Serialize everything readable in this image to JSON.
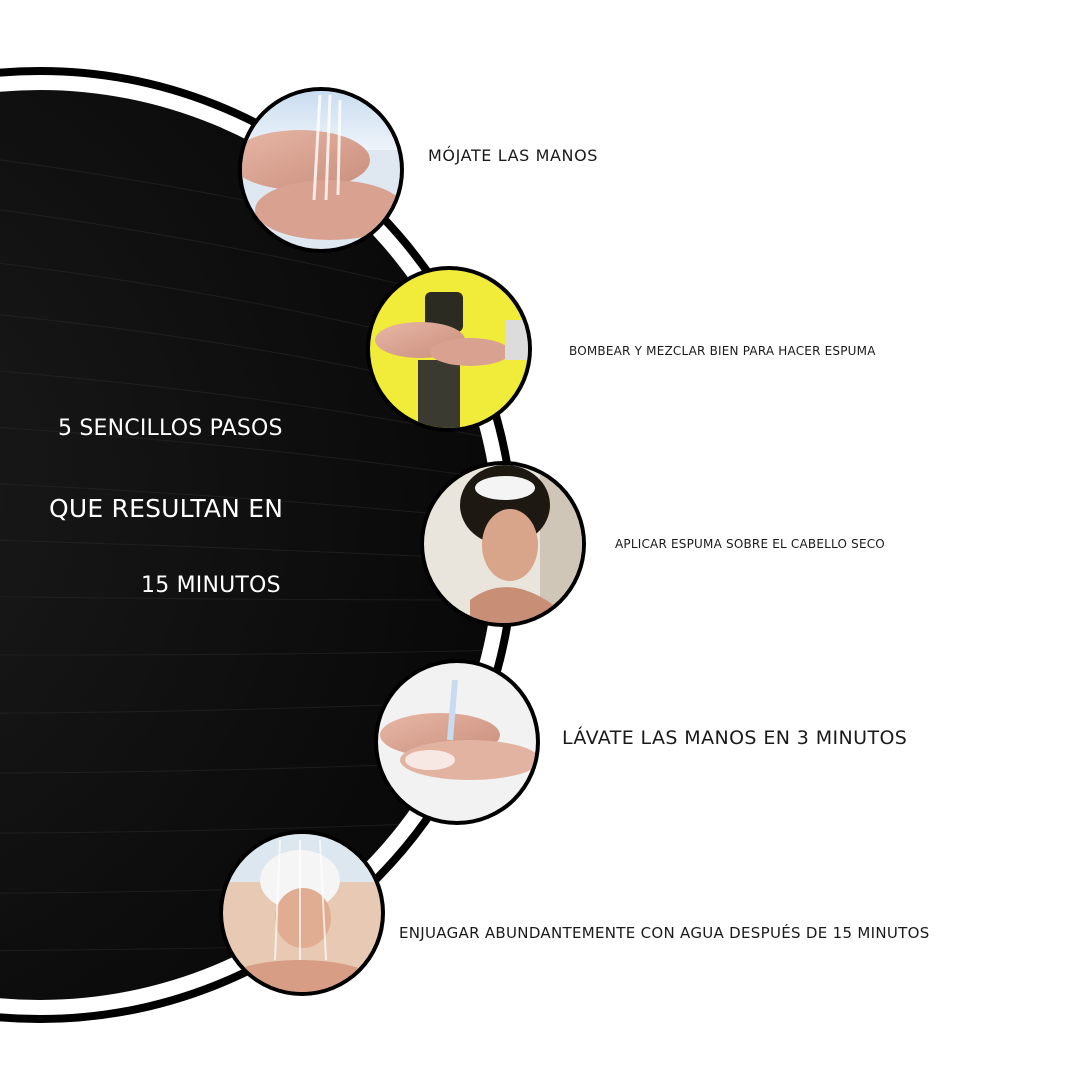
{
  "headline": {
    "line1": "5 SENCILLOS PASOS",
    "line2": "QUE RESULTAN EN",
    "line3": "15 MINUTOS"
  },
  "steps": [
    {
      "label": "MÓJATE LAS MANOS",
      "icon": "wet-hands-photo"
    },
    {
      "label": "BOMBEAR Y MEZCLAR BIEN PARA HACER ESPUMA",
      "icon": "pump-foam-photo"
    },
    {
      "label": "APLICAR ESPUMA SOBRE EL CABELLO SECO",
      "icon": "apply-foam-hair-photo"
    },
    {
      "label": "LÁVATE LAS MANOS EN 3 MINUTOS",
      "icon": "wash-hands-photo"
    },
    {
      "label": "ENJUAGAR ABUNDANTEMENTE CON AGUA DESPUÉS DE 15 MINUTOS",
      "icon": "rinse-hair-photo"
    }
  ],
  "colors": {
    "hair": "#0d0d0d",
    "ring": "#000000",
    "background": "#ffffff",
    "step_bg_yellow": "#f1ec3a"
  }
}
